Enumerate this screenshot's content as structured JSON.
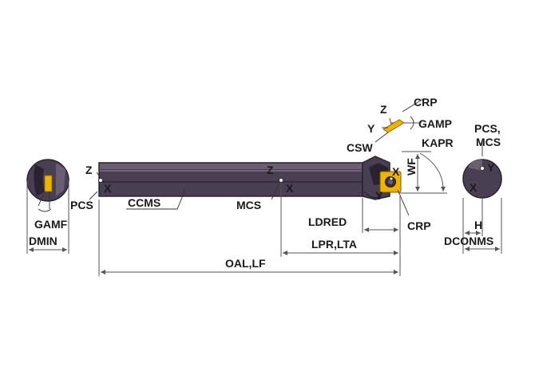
{
  "labels": {
    "z_tip": "Z",
    "crp_top": "CRP",
    "y_tip": "Y",
    "gamp": "GAMP",
    "csw": "CSW",
    "kapr": "KAPR",
    "pcs_mcs_right": "PCS,",
    "pcs_mcs_right2": "MCS",
    "z_left": "Z",
    "x_left": "X",
    "pcs_left": "PCS",
    "ccms": "CCMS",
    "z_mid": "Z",
    "x_mid": "X",
    "mcs_mid": "MCS",
    "x_head": "X",
    "wf": "WF",
    "y_head": "Y",
    "crp_bottom": "CRP",
    "x_right": "X",
    "y_right": "Y",
    "h": "H",
    "dconms": "DCONMS",
    "gamf": "GAMF",
    "dmin": "DMIN",
    "ldred": "LDRED",
    "lpr_lta": "LPR,LTA",
    "oal_lf": "OAL,LF"
  },
  "colors": {
    "shank": "#4a3f52",
    "shank_dark": "#2a2230",
    "shank_highlight": "#8a7c93",
    "insert": "#f0b400",
    "dimension": "#555555"
  }
}
